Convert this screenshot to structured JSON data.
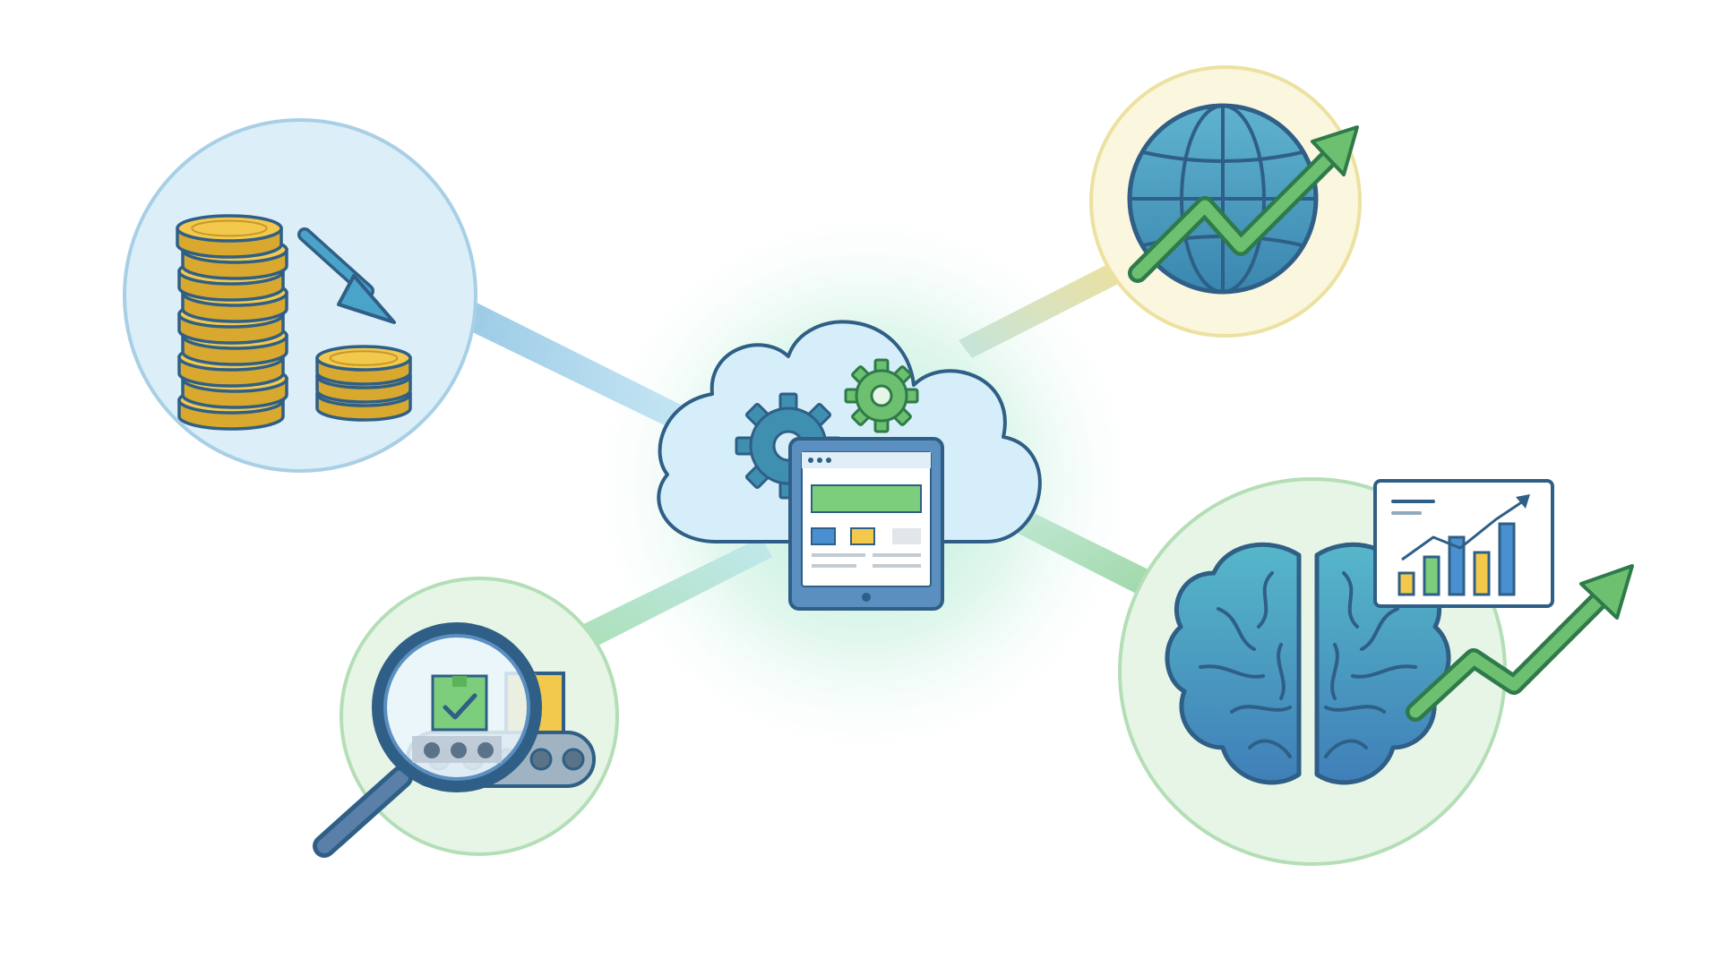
{
  "diagram": {
    "hub": {
      "name": "cloud-platform",
      "icons": [
        "cloud-icon",
        "gear-icon",
        "tablet-dashboard-icon"
      ]
    },
    "nodes": [
      {
        "name": "cost-reduction",
        "icons": [
          "coin-stack-icon",
          "arrow-down-right-icon"
        ]
      },
      {
        "name": "quality-inspection",
        "icons": [
          "magnifier-icon",
          "conveyor-belt-icon",
          "package-check-icon"
        ]
      },
      {
        "name": "global-growth",
        "icons": [
          "globe-icon",
          "trend-up-arrow-icon"
        ]
      },
      {
        "name": "ai-insights",
        "icons": [
          "brain-icon",
          "bar-chart-icon",
          "trend-up-arrow-icon"
        ]
      }
    ],
    "colors": {
      "outline": "#2f5f86",
      "blue_fill": "#dceff9",
      "blue_ring": "#a8cfe6",
      "green_fill": "#e6f5e6",
      "green_ring": "#b3deb6",
      "yellow_fill": "#fbf6de",
      "yellow_ring": "#ece1a0",
      "coin": "#f2c94c",
      "green": "#6cc070",
      "teal": "#3f8fb0"
    }
  }
}
